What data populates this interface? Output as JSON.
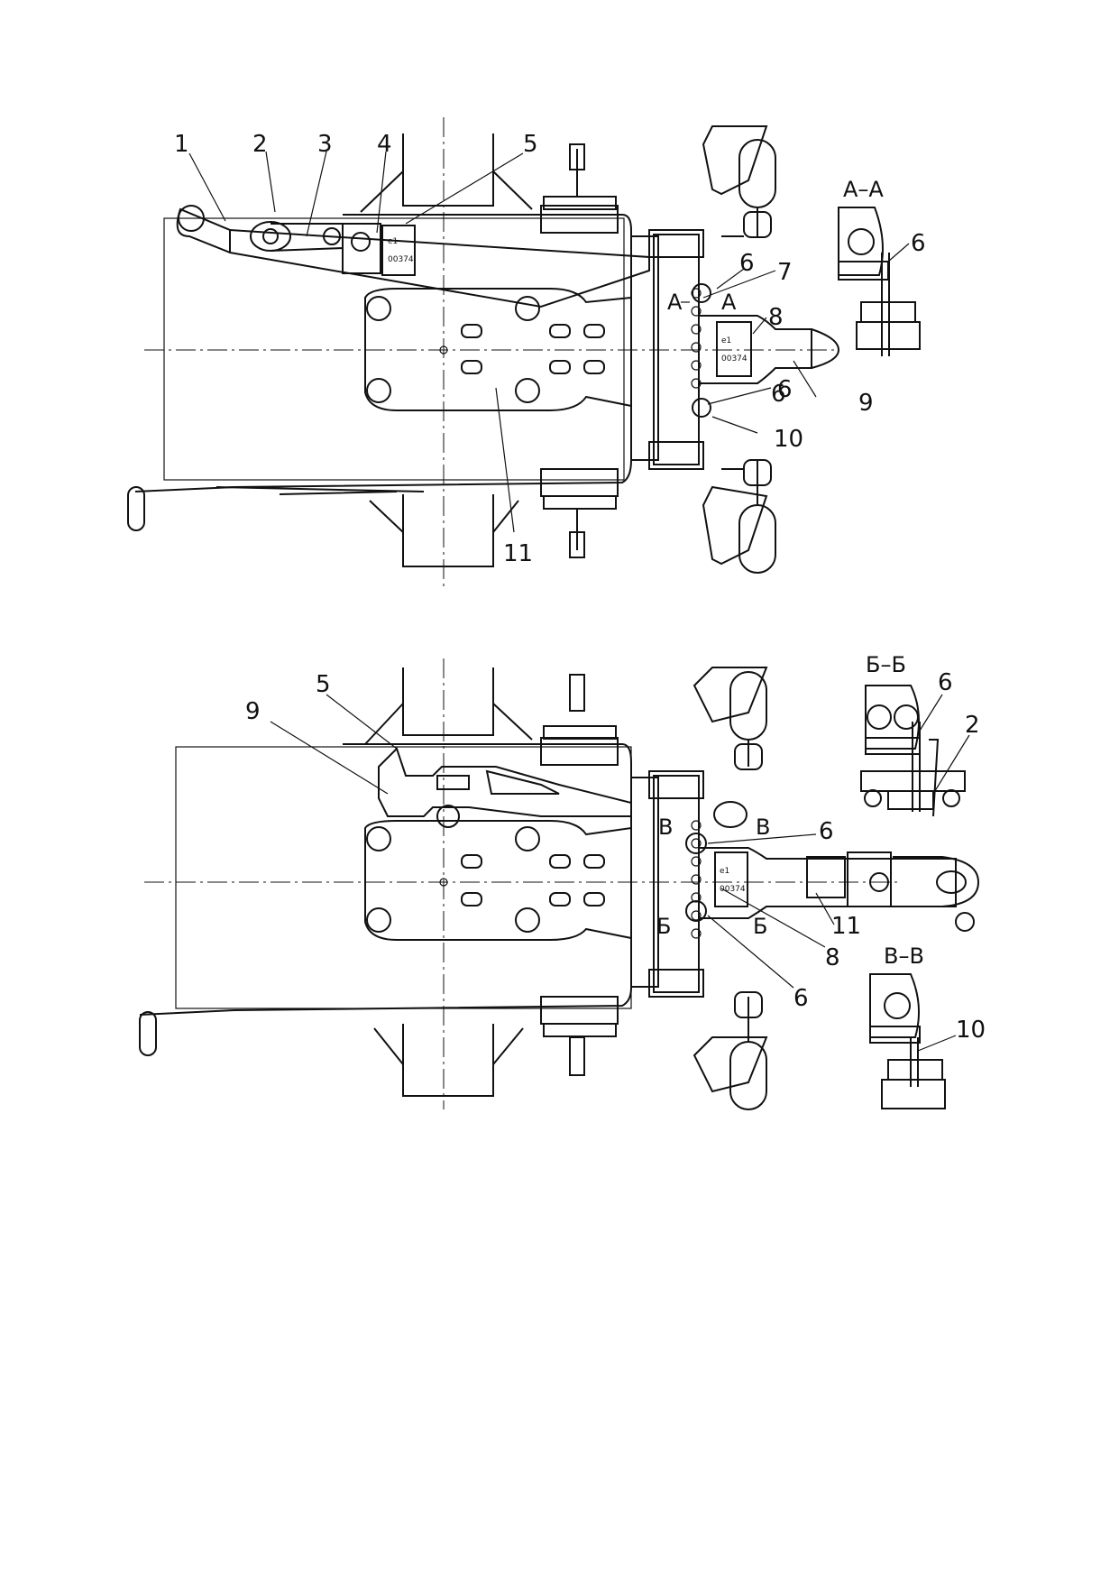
{
  "colors": {
    "ink": "#111111",
    "paper": "#ffffff"
  },
  "top_view": {
    "callouts": [
      "1",
      "2",
      "3",
      "4",
      "5",
      "6",
      "7",
      "6",
      "8",
      "9",
      "6",
      "10",
      "11"
    ],
    "section_marks": [
      "А",
      "А"
    ],
    "plate_text": [
      "e1",
      "00374"
    ]
  },
  "section_aa": {
    "title": "А–А",
    "callouts": [
      "6"
    ]
  },
  "bottom_view": {
    "callouts": [
      "5",
      "9",
      "6",
      "11",
      "8",
      "6"
    ],
    "section_marks": [
      "В",
      "В",
      "Б",
      "Б"
    ],
    "plate_text": [
      "e1",
      "00374"
    ]
  },
  "section_bb": {
    "title": "Б–Б",
    "callouts": [
      "6",
      "2"
    ]
  },
  "section_vv": {
    "title": "В–В",
    "callouts": [
      "10"
    ]
  }
}
